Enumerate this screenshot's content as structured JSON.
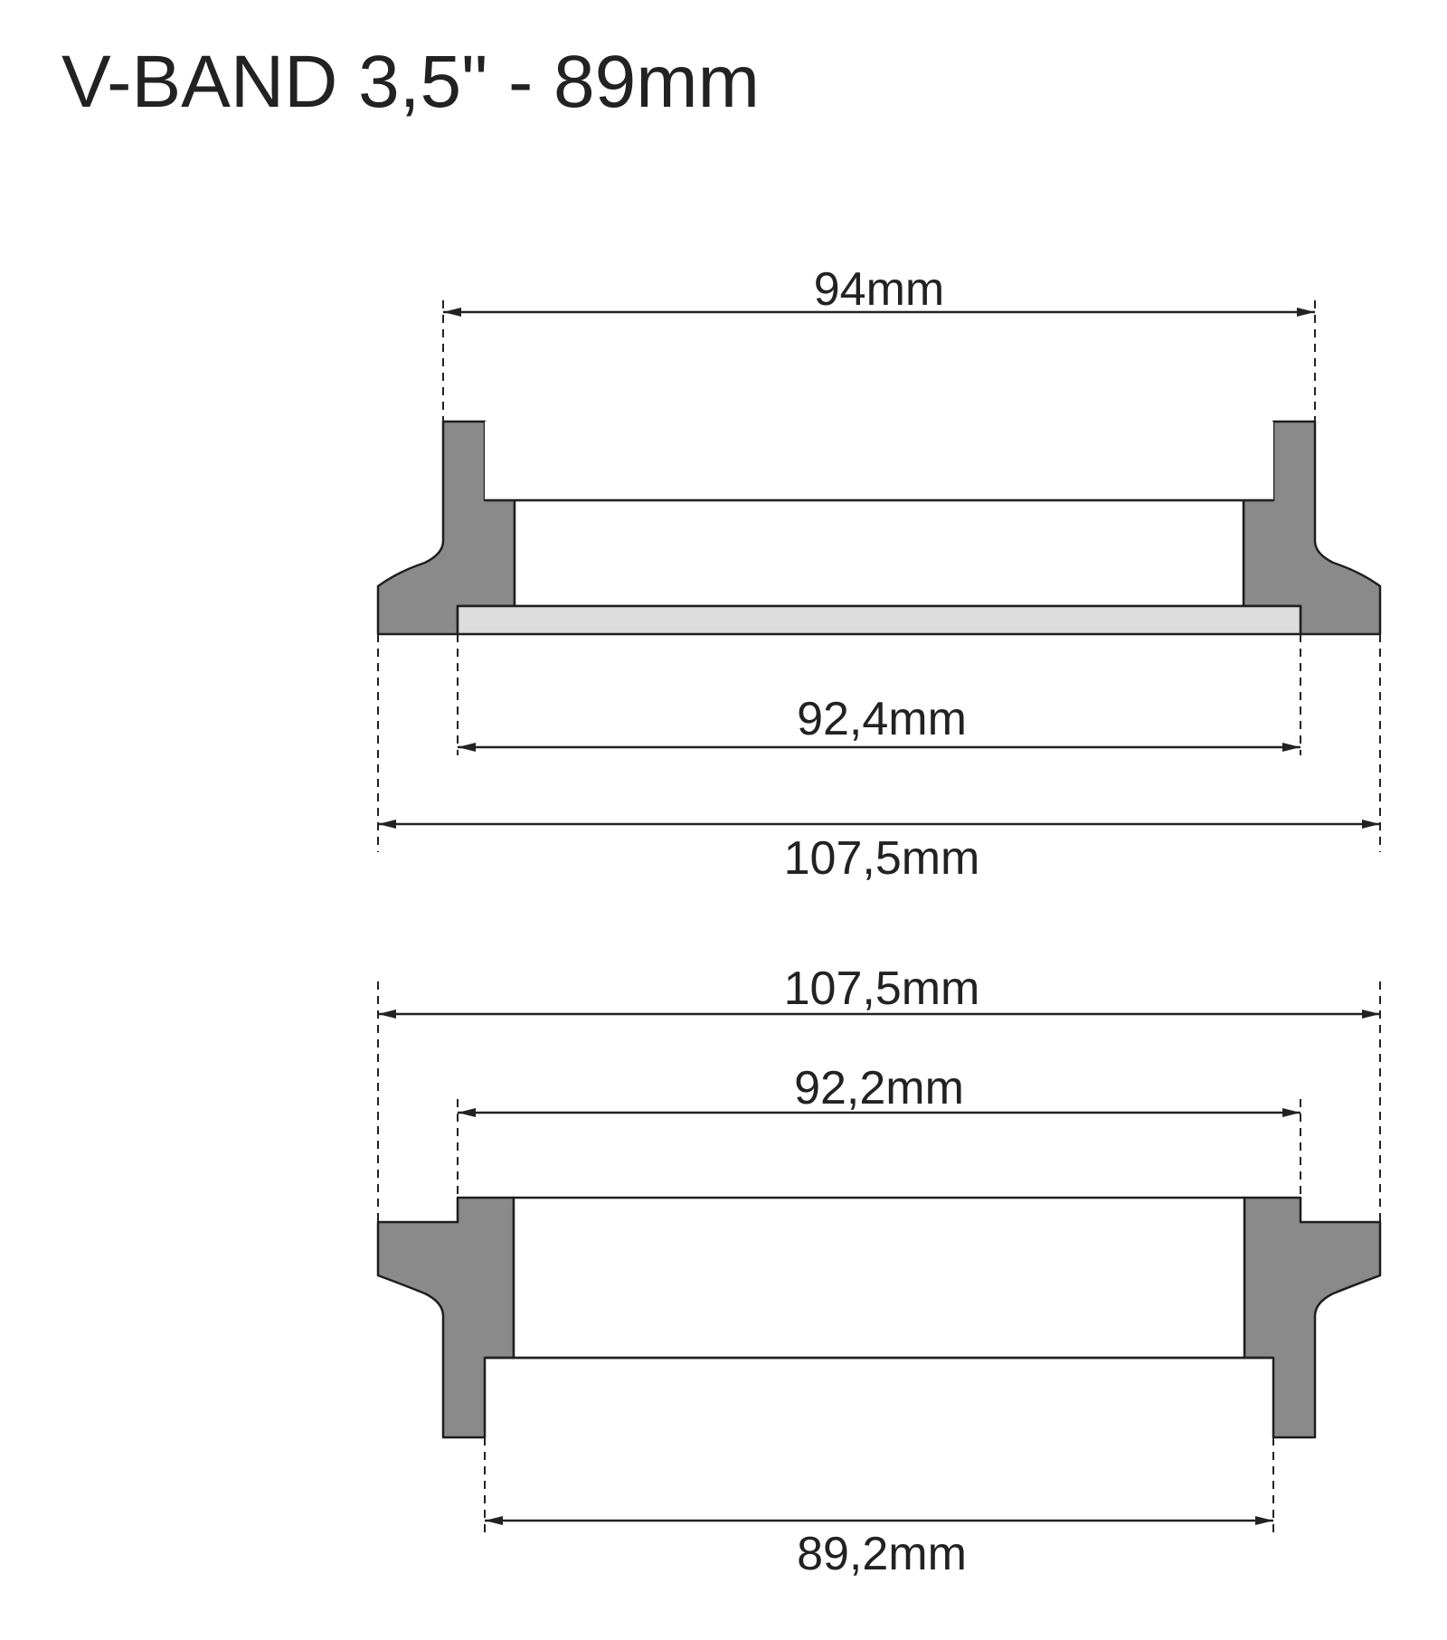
{
  "title": "V-BAND 3,5\" - 89mm",
  "colors": {
    "metal": "#8a8a8a",
    "outline": "#1e1e1e",
    "seat": "#dcdcdc",
    "text": "#222222"
  },
  "top_flange": {
    "dim_top": "94mm",
    "dim_inner": "92,4mm",
    "dim_outer": "107,5mm"
  },
  "bottom_flange": {
    "dim_outer": "107,5mm",
    "dim_step": "92,2mm",
    "dim_bore": "89,2mm"
  }
}
